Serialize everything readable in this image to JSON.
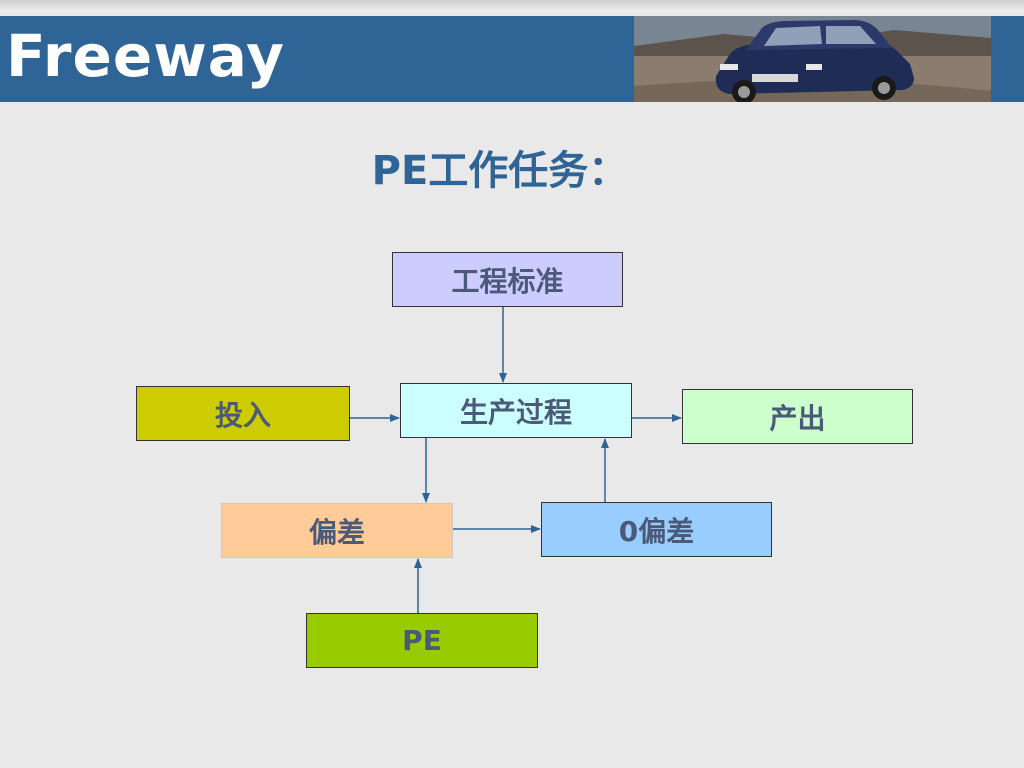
{
  "header": {
    "logo_text": "Freeway",
    "brand_color": "#2f6496"
  },
  "title": "PE工作任务：",
  "diagram": {
    "nodes": {
      "engineering_standard": "工程标准",
      "input": "投入",
      "production_process": "生产过程",
      "output": "产出",
      "deviation": "偏差",
      "zero_deviation": "0偏差",
      "pe": "PE"
    },
    "node_colors": {
      "engineering_standard": "#ccccff",
      "input": "#cccc00",
      "production_process": "#ccffff",
      "output": "#ccffcc",
      "deviation": "#ffcc99",
      "zero_deviation": "#99ccff",
      "pe": "#99cc00"
    },
    "edges": [
      {
        "from": "engineering_standard",
        "to": "production_process"
      },
      {
        "from": "input",
        "to": "production_process"
      },
      {
        "from": "production_process",
        "to": "output"
      },
      {
        "from": "production_process",
        "to": "deviation"
      },
      {
        "from": "deviation",
        "to": "zero_deviation"
      },
      {
        "from": "zero_deviation",
        "to": "production_process"
      },
      {
        "from": "pe",
        "to": "deviation"
      }
    ]
  }
}
